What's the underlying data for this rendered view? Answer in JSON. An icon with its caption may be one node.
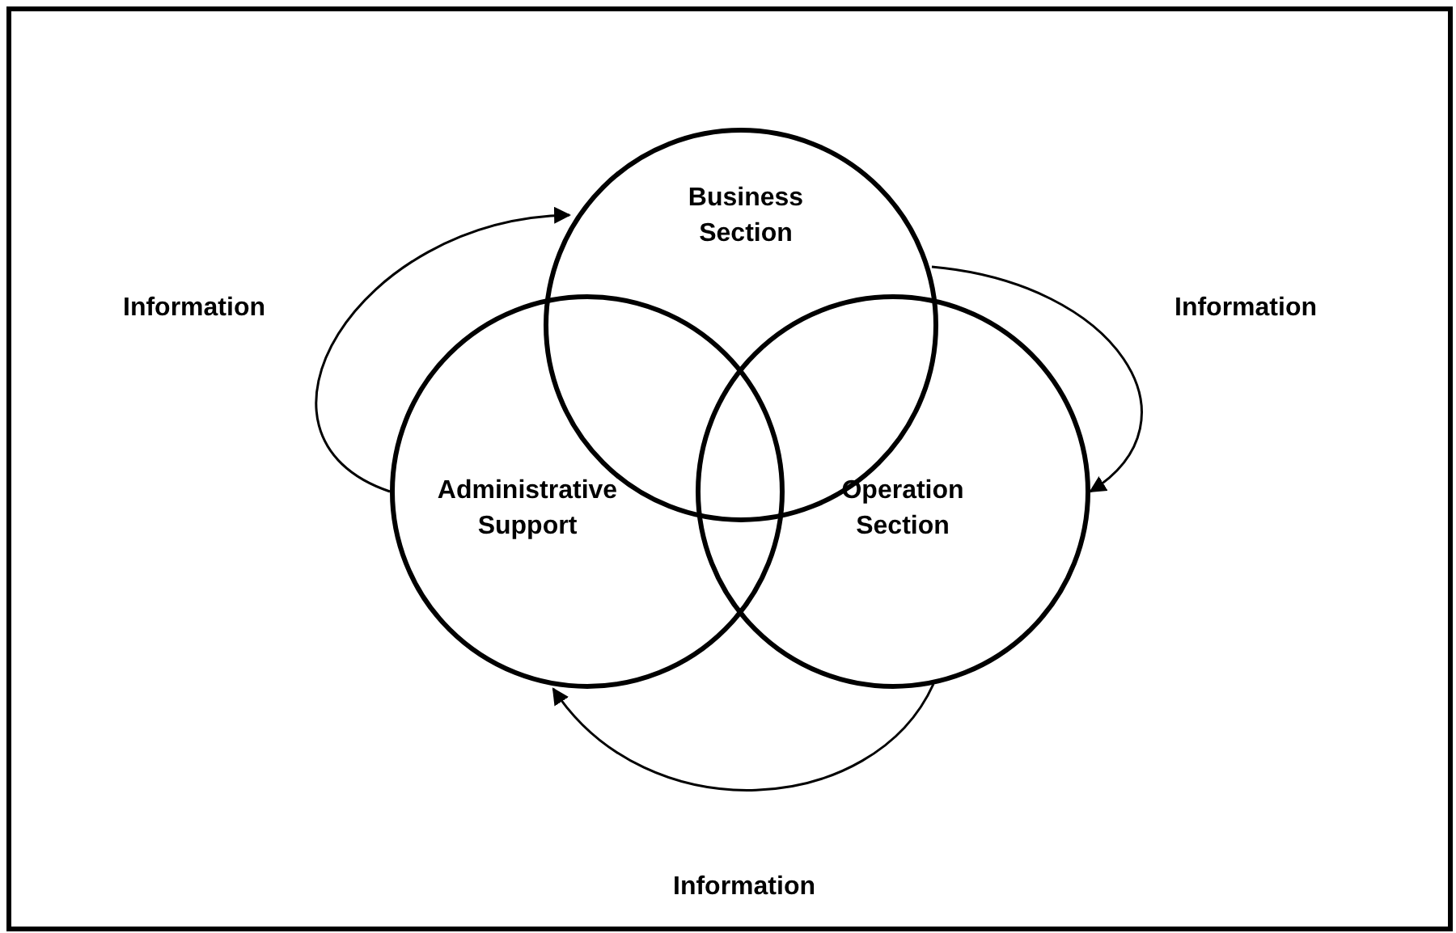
{
  "diagram": {
    "nodes": [
      {
        "text": [
          "Business Section"
        ]
      },
      {
        "text": [
          "Administrative Support"
        ]
      },
      {
        "text": [
          "Operation Section"
        ]
      }
    ],
    "edges": [
      {
        "from": 0,
        "to": 2,
        "arrow": "to",
        "label": "Information"
      },
      {
        "from": 2,
        "to": 1,
        "arrow": "to",
        "label": "Information"
      },
      {
        "from": 1,
        "to": 0,
        "arrow": "to",
        "label": "Information"
      }
    ]
  }
}
